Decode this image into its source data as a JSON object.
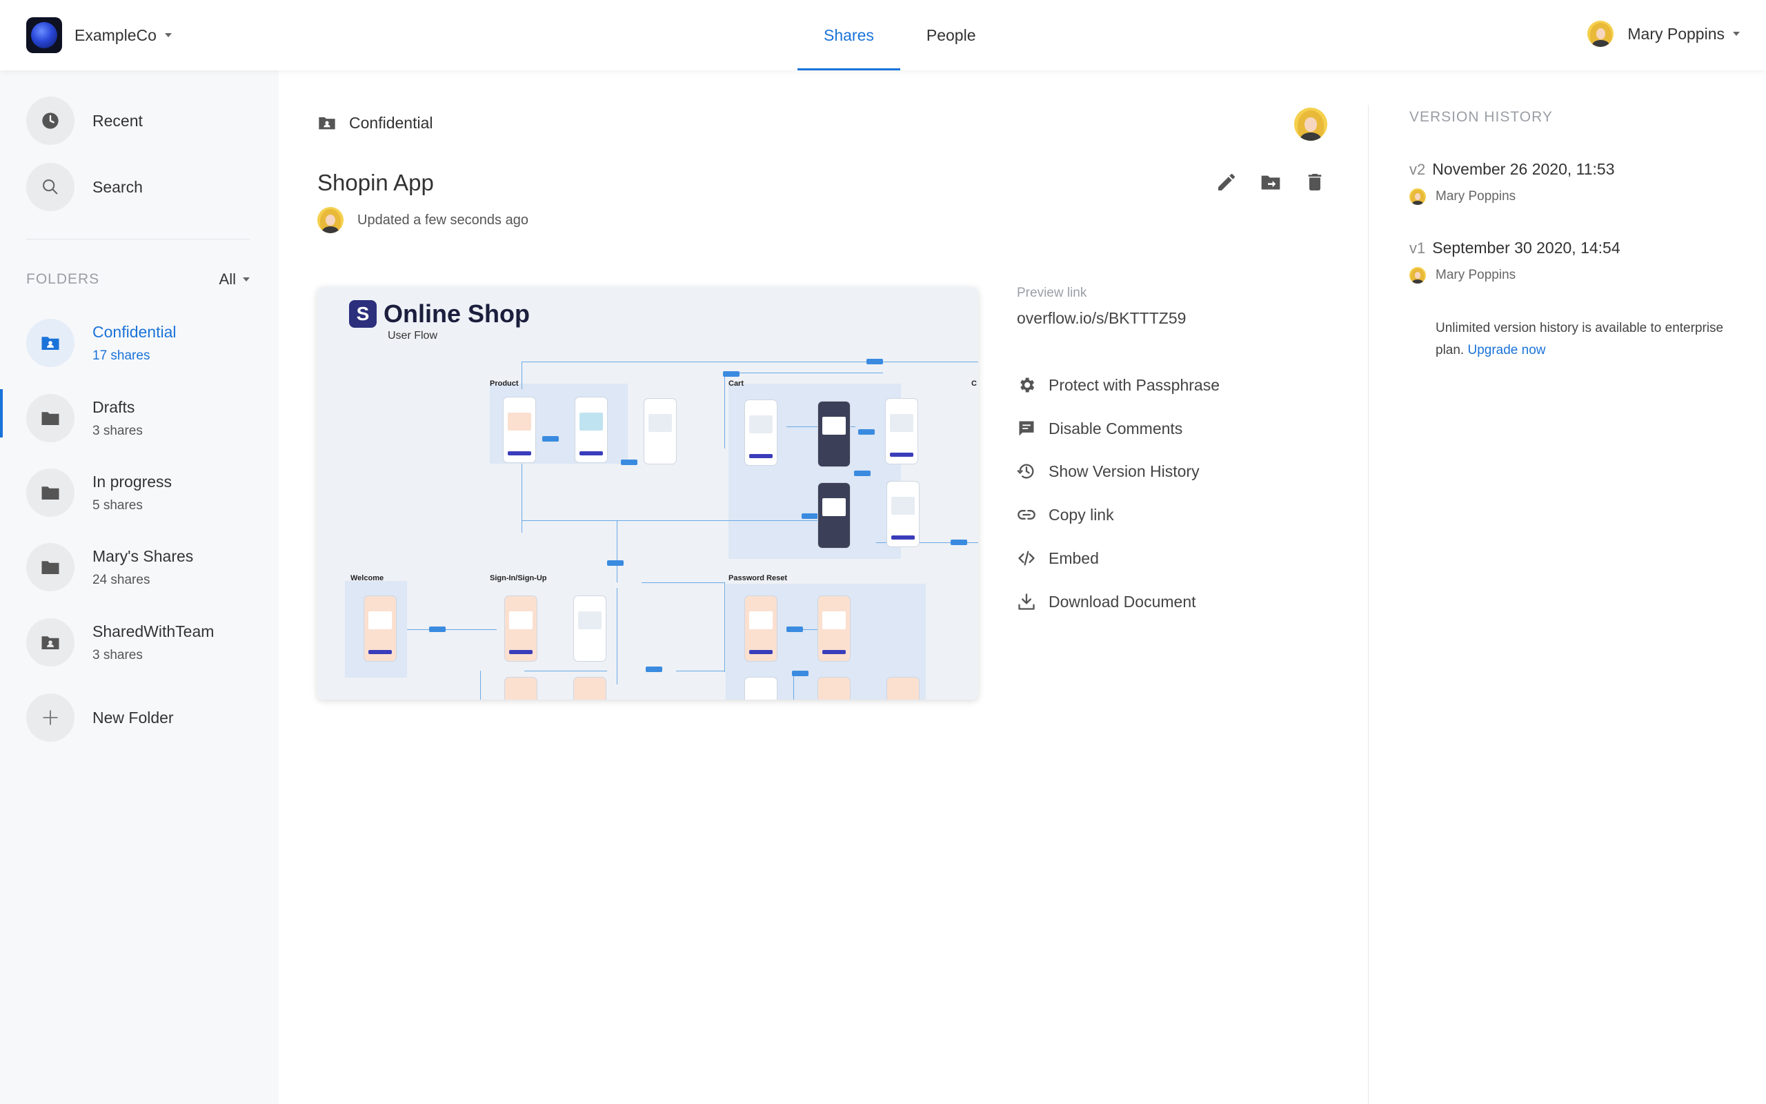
{
  "header": {
    "org_name": "ExampleCo",
    "tabs": [
      {
        "label": "Shares",
        "active": true
      },
      {
        "label": "People",
        "active": false
      }
    ],
    "user_name": "Mary Poppins"
  },
  "sidebar": {
    "recent_label": "Recent",
    "search_label": "Search",
    "folders_title": "FOLDERS",
    "folders_filter": "All",
    "folders": [
      {
        "name": "Confidential",
        "count": "17 shares",
        "active": true,
        "icon": "shared-folder-icon"
      },
      {
        "name": "Drafts",
        "count": "3 shares",
        "icon": "folder-icon"
      },
      {
        "name": "In progress",
        "count": "5 shares",
        "icon": "folder-icon"
      },
      {
        "name": "Mary's Shares",
        "count": "24 shares",
        "icon": "folder-icon"
      },
      {
        "name": "SharedWithTeam",
        "count": "3 shares",
        "icon": "shared-folder-icon"
      }
    ],
    "new_folder_label": "New Folder"
  },
  "main": {
    "breadcrumb": "Confidential",
    "title": "Shopin App",
    "updated": "Updated a few seconds ago",
    "actions": [
      "pencil-icon",
      "move-folder-icon",
      "trash-icon"
    ],
    "preview": {
      "brand_letter": "S",
      "title": "Online Shop",
      "subtitle": "User Flow",
      "sections": [
        "Product",
        "Cart",
        "C",
        "Welcome",
        "Sign-In/Sign-Up",
        "Password Reset"
      ]
    }
  },
  "share": {
    "link_label": "Preview link",
    "link": "overflow.io/s/BKTTTZ59",
    "options": [
      {
        "label": "Protect with Passphrase",
        "icon": "gear-icon"
      },
      {
        "label": "Disable Comments",
        "icon": "comment-icon"
      },
      {
        "label": "Show Version History",
        "icon": "history-icon"
      },
      {
        "label": "Copy link",
        "icon": "link-icon"
      },
      {
        "label": "Embed",
        "icon": "code-icon"
      },
      {
        "label": "Download Document",
        "icon": "download-icon"
      }
    ]
  },
  "version_history": {
    "title": "VERSION HISTORY",
    "versions": [
      {
        "version": "v2",
        "date": "November 26 2020, 11:53",
        "author": "Mary Poppins"
      },
      {
        "version": "v1",
        "date": "September 30 2020, 14:54",
        "author": "Mary Poppins"
      }
    ],
    "note": "Unlimited version history is available to enterprise plan.",
    "upgrade_label": "Upgrade now"
  },
  "colors": {
    "accent": "#1a73d9",
    "sidebar_bg": "#f7f8fa",
    "text": "#333333",
    "muted": "#9a9ea5"
  }
}
